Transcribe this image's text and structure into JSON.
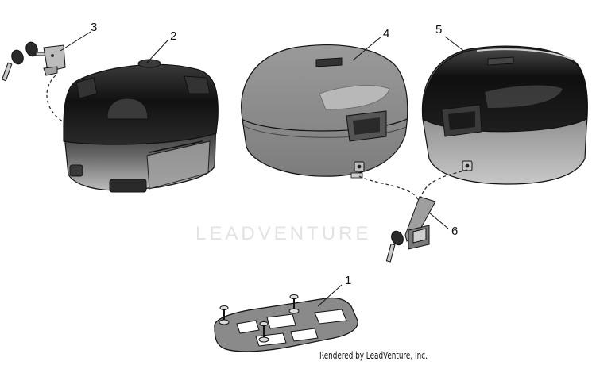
{
  "diagram": {
    "callouts": [
      "1",
      "2",
      "3",
      "4",
      "5",
      "6"
    ],
    "parts": [
      {
        "callout": "1",
        "name": "mounting plate with bolts"
      },
      {
        "callout": "2",
        "name": "black top case"
      },
      {
        "callout": "3",
        "name": "key and lock cylinder"
      },
      {
        "callout": "4",
        "name": "gray top case"
      },
      {
        "callout": "5",
        "name": "black top case with gray base"
      },
      {
        "callout": "6",
        "name": "latch with key"
      }
    ],
    "watermark_text": "LEADVENTURE",
    "credit_text": "Rendered by LeadVenture, Inc."
  },
  "colors": {
    "black_case": "#1a1a1a",
    "gray_case": "#8f8f8f",
    "plate": "#8a8a8a",
    "outline": "#111111",
    "watermark": "#e3e3e3"
  }
}
